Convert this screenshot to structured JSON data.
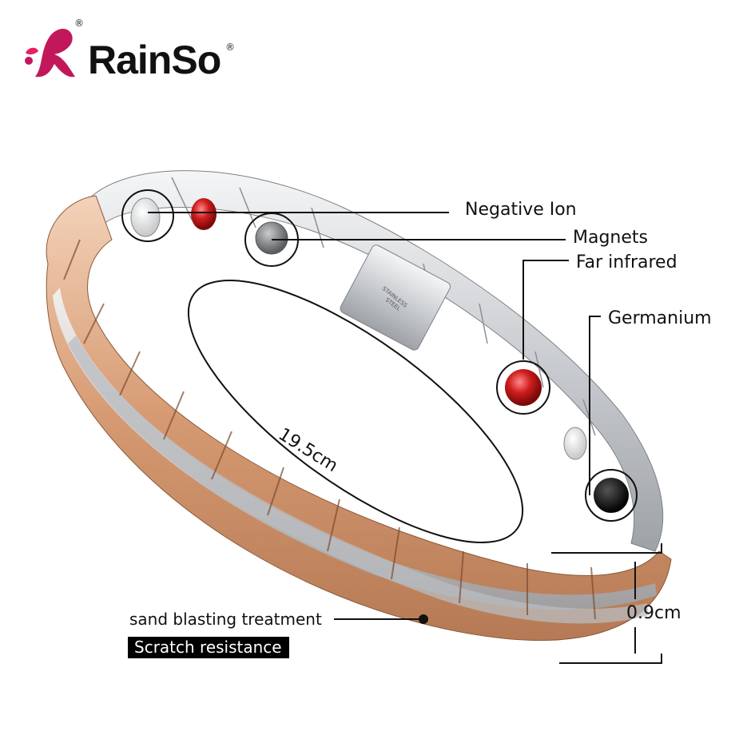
{
  "brand": {
    "name": "RainSo",
    "registered_mark": "®",
    "logo_color": "#c2185b"
  },
  "annotations": {
    "negative_ion": "Negative Ion",
    "magnets": "Magnets",
    "far_infrared": "Far infrared",
    "germanium": "Germanium",
    "length": "19.5cm",
    "width": "0.9cm",
    "surface": "sand blasting treatment",
    "scratch": "Scratch resistance"
  },
  "clasp": {
    "engraving_line1": "STAINLESS",
    "engraving_line2": "STEEL"
  },
  "colors": {
    "rose_gold": "#d9a27a",
    "silver": "#d4d6d8",
    "red_stone": "#c41a1a"
  }
}
